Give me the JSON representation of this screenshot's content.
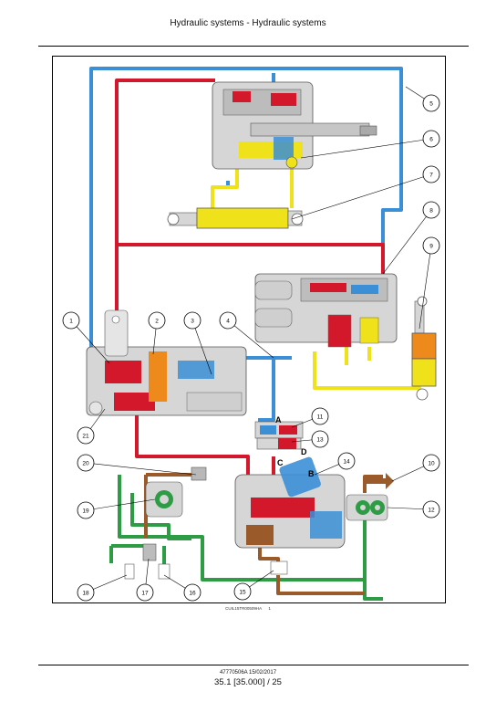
{
  "header": {
    "title": "Hydraulic systems - Hydraulic systems"
  },
  "figure": {
    "code": "CUIL15TR00509HA",
    "number": "1",
    "callouts": [
      "1",
      "2",
      "3",
      "4",
      "5",
      "6",
      "7",
      "8",
      "9",
      "10",
      "11",
      "12",
      "13",
      "14",
      "15",
      "16",
      "17",
      "18",
      "19",
      "20",
      "21"
    ],
    "ports": [
      "A",
      "B",
      "C",
      "D"
    ]
  },
  "footer": {
    "doc_ref": "47770506A 15/02/2017",
    "page_ref": "35.1 [35.000] / 25"
  },
  "colors": {
    "pressure": "#d2182a",
    "return": "#3b8fd6",
    "pilot": "#f0e21a",
    "suction": "#2e9b45",
    "drain": "#9b5a2a",
    "load_sense": "#ee8a1c",
    "housing": "#d6d6d6"
  }
}
